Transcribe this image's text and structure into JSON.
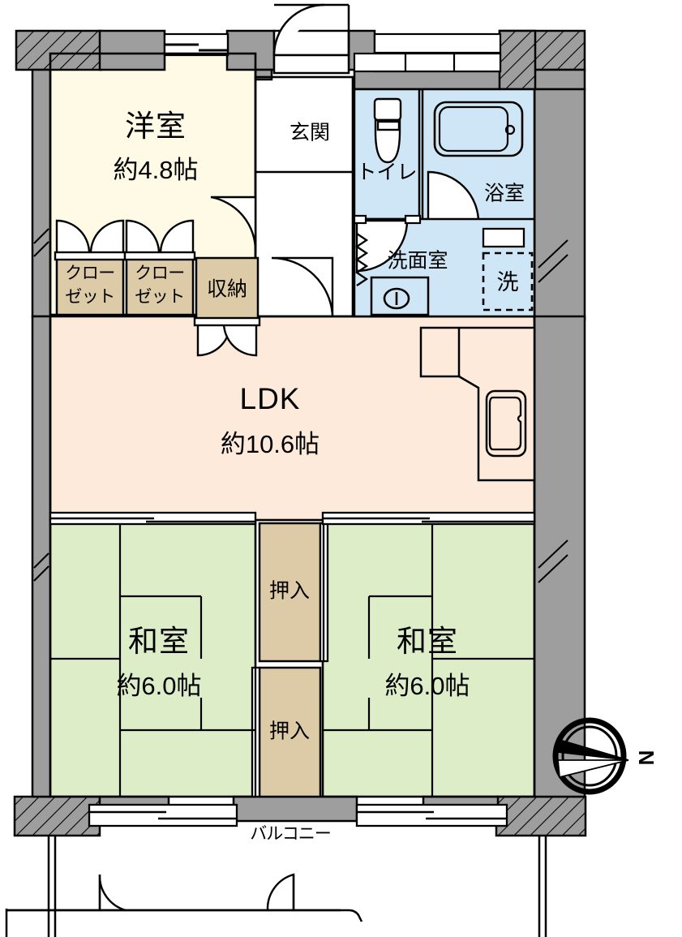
{
  "plan": {
    "title": "間取り図",
    "colors": {
      "wall_fill": "#9e9e9e",
      "wall_stroke": "#000000",
      "room_western": "#fefae6",
      "room_ldk": "#fdeada",
      "room_tatami": "#dcedc8",
      "storage": "#ddcba8",
      "water_area": "#cfe6f7",
      "white": "#ffffff",
      "line": "#000000"
    }
  },
  "rooms": [
    {
      "id": "youshitsu",
      "name": "洋室",
      "area": "約4.8帖",
      "type": "western-room"
    },
    {
      "id": "ldk",
      "name": "LDK",
      "area": "約10.6帖",
      "type": "living-dining-kitchen"
    },
    {
      "id": "washitsu-left",
      "name": "和室",
      "area": "約6.0帖",
      "type": "japanese-room"
    },
    {
      "id": "washitsu-right",
      "name": "和室",
      "area": "約6.0帖",
      "type": "japanese-room"
    }
  ],
  "spaces": {
    "genkan": "玄関",
    "toilet": "トイレ",
    "bathroom": "浴室",
    "washroom": "洗面室",
    "washer": "洗",
    "balcony": "バルコニー"
  },
  "storages": {
    "closet_1": "クロー\nゼット",
    "closet_1_line1": "クロー",
    "closet_1_line2": "ゼット",
    "closet_2_line1": "クロー",
    "closet_2_line2": "ゼット",
    "shuunou": "収納",
    "oshiire_upper": "押入",
    "oshiire_lower": "押入"
  },
  "compass": {
    "label": "N",
    "direction": "north-arrow-pointing-left"
  },
  "fixtures": {
    "toilet": "toilet-icon",
    "bathtub": "bathtub-icon",
    "sink": "washbasin-icon",
    "kitchen_sink": "kitchen-sink-icon",
    "washer_slot": "washing-machine-slot"
  }
}
